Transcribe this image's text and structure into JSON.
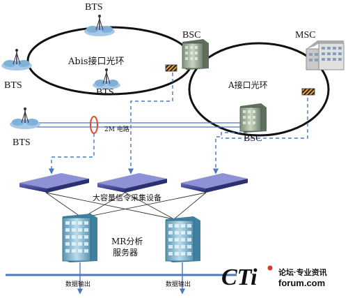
{
  "labels": {
    "bts_top": "BTS",
    "bts_left": "BTS",
    "bts_bottom": "BTS",
    "bts_lower": "BTS",
    "bsc_upper": "BSC",
    "bsc_lower": "BSC",
    "msc": "MSC",
    "abis_ring": "Abis接口光环",
    "a_ring": "A接口光环",
    "link_2m": "2M 电路",
    "collector": "大容量信令采集设备",
    "mr_server_line1": "MR分析",
    "mr_server_line2": "服务器",
    "output_left": "数据输出",
    "output_right": "数据输出"
  },
  "watermark": {
    "logo": "CTi",
    "tagline": "论坛·专业资讯",
    "site": "forum.com"
  },
  "colors": {
    "dashed_link": "#4a78c2",
    "ring": "#111111",
    "coupler": "#e8442a",
    "rack": "#3a3f8f",
    "server": "#9ec8dc",
    "bus": "#4a78c2"
  }
}
